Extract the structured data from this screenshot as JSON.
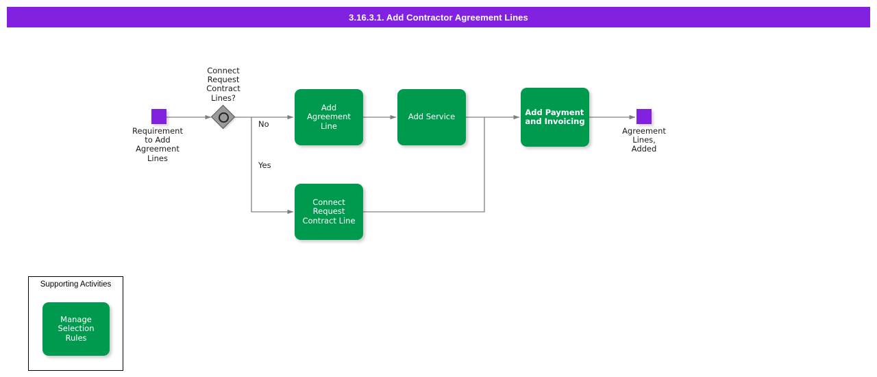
{
  "header": {
    "title": "3.16.3.1. Add Contractor Agreement Lines",
    "background_color": "#8222e0",
    "text_color": "#ffffff"
  },
  "theme": {
    "task_fill": "#009a4e",
    "task_text": "#ffffff",
    "event_fill": "#8222e0",
    "gateway_fill": "#9a9a9a",
    "gateway_stroke": "#555555",
    "edge_color": "#808080",
    "canvas_background": "#ffffff"
  },
  "diagram": {
    "type": "bpmn-process-flow",
    "start_event": {
      "name": "start-event",
      "label": "Requirement\nto Add\nAgreement\nLines"
    },
    "gateway": {
      "name": "inclusive-gateway",
      "label": "Connect\nRequest\nContract\nLines?",
      "gateway_type": "inclusive"
    },
    "end_event": {
      "name": "end-event",
      "label": "Agreement\nLines,\nAdded"
    },
    "tasks": [
      {
        "id": "add-agreement-line",
        "label": "Add Agreement\nLine",
        "bold": false
      },
      {
        "id": "add-service",
        "label": "Add Service",
        "bold": false
      },
      {
        "id": "add-payment-and-invoicing",
        "label": "Add Payment\nand Invoicing",
        "bold": true
      },
      {
        "id": "connect-request-contract-line",
        "label": "Connect\nRequest\nContract Line",
        "bold": false
      }
    ],
    "flow_labels": [
      {
        "id": "branch-no",
        "label": "No"
      },
      {
        "id": "branch-yes",
        "label": "Yes"
      }
    ]
  },
  "supporting_activities": {
    "title": "Supporting Activities",
    "tasks": [
      {
        "id": "manage-selection-rules",
        "label": "Manage\nSelection Rules"
      }
    ]
  }
}
